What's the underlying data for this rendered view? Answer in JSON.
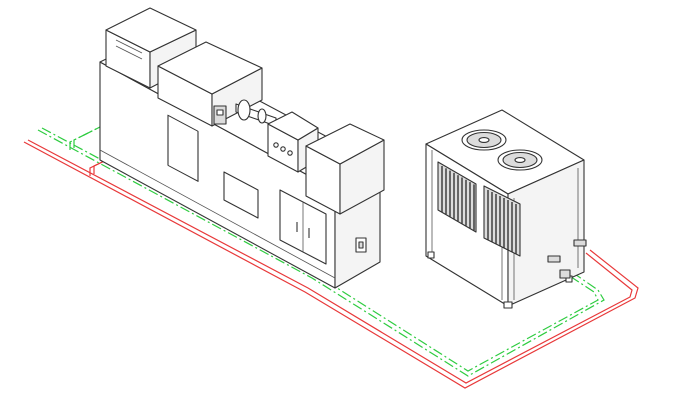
{
  "diagram": {
    "pipe_colors": {
      "supply": "#e8393a",
      "return": "#2ecc40"
    },
    "components": [
      "injection-molding-machine",
      "air-cooled-chiller",
      "cooling-water-piping"
    ],
    "icons": [
      "fan-icon",
      "condenser-vent-icon",
      "pipe-valve-icon"
    ]
  }
}
